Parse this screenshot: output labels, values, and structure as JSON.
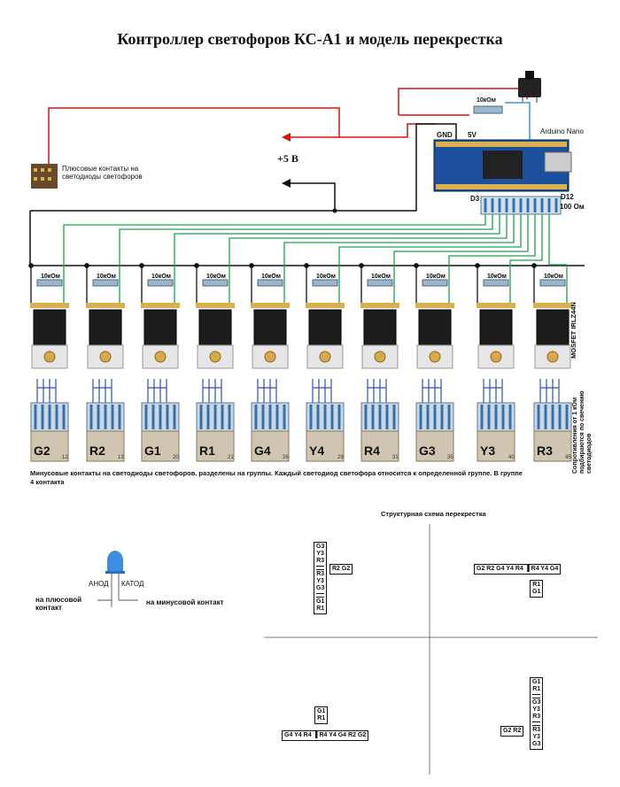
{
  "title": "Контроллер светофоров КС-А1 и модель перекрестка",
  "labels": {
    "plus_contacts": "Плюсовые контакты на светодиоды светофоров",
    "plus_5v": "+5 В",
    "gnd": "GND",
    "v5": "5V",
    "arduino": "Arduino Nano",
    "d3": "D3",
    "d12": "D12",
    "r100": "100 Ом",
    "r10k": "10кОм",
    "mosfet": "MOSFET IRLZ44N",
    "resistors_note": "Сопротивления от 1 кОм подбираются по свечению светодиодов",
    "minus_note": "Минусовые контакты на светодиоды светофоров. разделены на группы. Каждый светодиод светофора относится к определенной группе. В группе 4 контакта",
    "struct_title": "Структурная схема перекрестка",
    "anode": "АНОД",
    "cathode": "КАТОД",
    "to_plus": "на плюсовой контакт",
    "to_minus": "на минусовой контакт"
  },
  "groups": [
    {
      "label": "G2",
      "num": "12"
    },
    {
      "label": "R2",
      "num": "13"
    },
    {
      "label": "G1",
      "num": "20"
    },
    {
      "label": "R1",
      "num": "21"
    },
    {
      "label": "G4",
      "num": "26"
    },
    {
      "label": "Y4",
      "num": "29"
    },
    {
      "label": "R4",
      "num": "31"
    },
    {
      "label": "G3",
      "num": "35"
    },
    {
      "label": "Y3",
      "num": "40"
    },
    {
      "label": "R3",
      "num": "45"
    }
  ],
  "intersection": {
    "top_left": {
      "vertical": [
        "G3",
        "Y3",
        "R3",
        "",
        "R3",
        "Y3",
        "G3",
        "",
        "G1",
        "R1"
      ],
      "side": "R2 G2"
    },
    "top_right": {
      "horizontal": "G2 R2  G4 Y4 R4 ▐ R4 Y4 G4",
      "below": [
        "R1",
        "G1"
      ]
    },
    "bottom_left": {
      "above": [
        "G1",
        "R1"
      ],
      "horizontal": "G4 Y4 R4 ▐ R4 Y4 G4  R2 G2"
    },
    "bottom_right": {
      "vertical": [
        "G1",
        "R1",
        "",
        "G3",
        "Y3",
        "R3",
        "",
        "R3",
        "Y3",
        "G3"
      ],
      "side": "G2 R2"
    }
  }
}
